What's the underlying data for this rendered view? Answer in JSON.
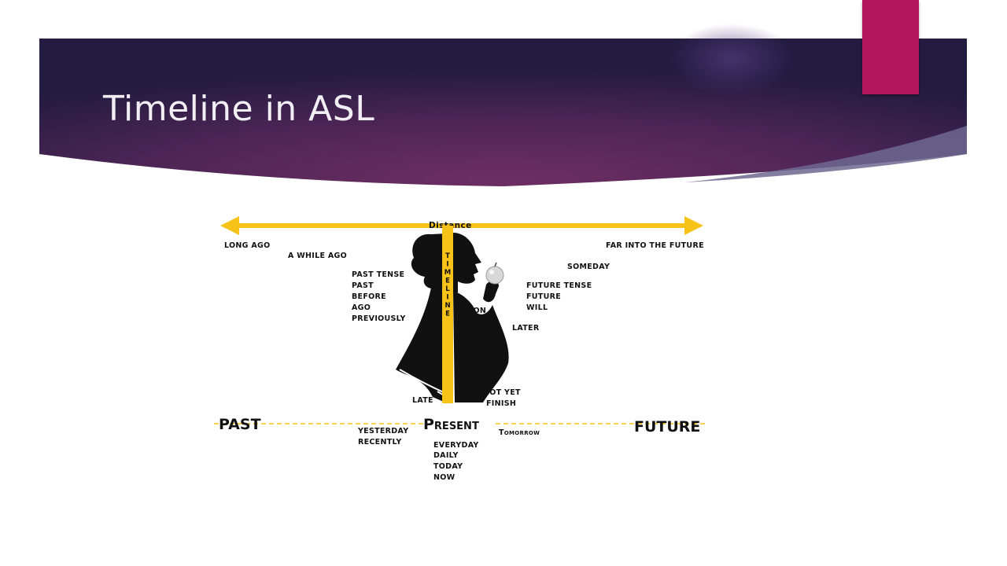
{
  "slide": {
    "title": "Timeline in ASL",
    "colors": {
      "header_dark": "#2a1e48",
      "header_mid": "#6e2e63",
      "accent_tab": "#b5165f",
      "timeline_yellow": "#f7c319",
      "silhouette": "#111111"
    }
  },
  "diagram": {
    "distance_label": "Distance",
    "timeline_label": "TIMELINE",
    "past_labels": {
      "far": "LONG AGO",
      "while": "A WHILE AGO",
      "tense_list": [
        "PAST TENSE",
        "PAST",
        "BEFORE",
        "AGO",
        "PREVIOUSLY"
      ],
      "late": "LATE",
      "near": [
        "YESTERDAY",
        "RECENTLY"
      ]
    },
    "future_labels": {
      "far": "FAR INTO THE FUTURE",
      "someday": "SOMEDAY",
      "tense_list": [
        "FUTURE TENSE",
        "FUTURE",
        "WILL"
      ],
      "soon": "SOON",
      "later": "LATER",
      "not_yet": [
        "NOT YET",
        "FINISH"
      ],
      "tomorrow": "Tomorrow"
    },
    "baseline": {
      "past": "PAST",
      "present": "Present",
      "future": "FUTURE"
    },
    "present_list": [
      "EVERYDAY",
      "DAILY",
      "TODAY",
      "NOW"
    ]
  }
}
